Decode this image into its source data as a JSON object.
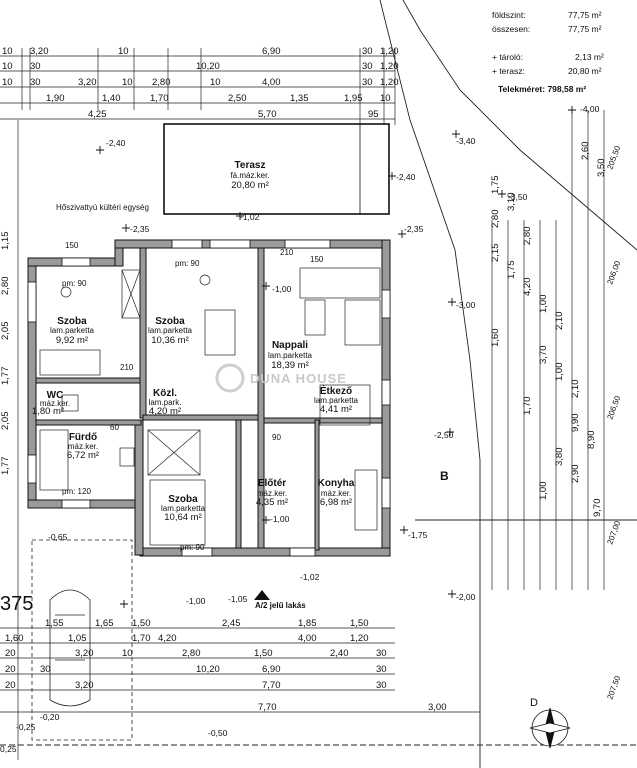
{
  "summary": {
    "rows": [
      {
        "label": "földszint:",
        "value": "77,75 m²"
      },
      {
        "label": "összesen:",
        "value": "77,75 m²"
      },
      {
        "label": "+ tároló:",
        "value": "2,13 m²"
      },
      {
        "label": "+ terasz:",
        "value": "20,80 m²"
      }
    ],
    "plot_label": "Telekméret: 798,58 m²"
  },
  "rooms": [
    {
      "name": "Terasz",
      "material": "fá.máz.ker.",
      "area": "20,80 m²"
    },
    {
      "name": "Szoba",
      "material": "lam.parketta",
      "area": "9,92 m²"
    },
    {
      "name": "Szoba",
      "material": "lam.parketta",
      "area": "10,36 m²"
    },
    {
      "name": "Nappali",
      "material": "lam.parketta",
      "area": "18,39 m²"
    },
    {
      "name": "WC",
      "material": "máz.ker.",
      "area": "1,80 m²"
    },
    {
      "name": "Közl.",
      "material": "lam.park.",
      "area": "4,20 m²"
    },
    {
      "name": "Étkező",
      "material": "lam.parketta",
      "area": "4,41 m²"
    },
    {
      "name": "Fürdő",
      "material": "máz.ker.",
      "area": "6,72 m²"
    },
    {
      "name": "Szoba",
      "material": "lam.parketta",
      "area": "10,64 m²"
    },
    {
      "name": "Előtér",
      "material": "máz.ker.",
      "area": "4,35 m²"
    },
    {
      "name": "Konyha",
      "material": "máz.ker.",
      "area": "6,98 m²"
    }
  ],
  "annotations": {
    "hoszivattyu": "Hőszivattyú kültéri egység",
    "apartment": "A/2 jelű lakás",
    "section_mark": "B",
    "lot_number": "375",
    "watermark": "DUNA HOUSE",
    "compass": "D"
  },
  "dims_top": [
    {
      "row": [
        "10",
        "3,20",
        "10",
        "6,90",
        "30",
        "1,20"
      ]
    },
    {
      "row": [
        "10",
        "30",
        "10,20",
        "30",
        "1,20"
      ]
    },
    {
      "row": [
        "10",
        "30",
        "3,20",
        "10",
        "2,80",
        "10",
        "4,00",
        "30",
        "1,20"
      ]
    },
    {
      "row": [
        "1,90",
        "1,40",
        "1,70",
        "2,50",
        "1,35",
        "1,95",
        "10"
      ]
    },
    {
      "row": [
        "4,25",
        "5,70",
        "95"
      ]
    }
  ],
  "dims_bottom": [
    {
      "row": [
        "1,55",
        "1,65",
        "1,50",
        "2,45",
        "1,85",
        "1,50"
      ]
    },
    {
      "row": [
        "1,60",
        "1,05",
        "1,70",
        "4,20",
        "4,00",
        "1,20"
      ]
    },
    {
      "row": [
        "20",
        "3,20",
        "10",
        "2,80",
        "1,50",
        "2,40",
        "30"
      ]
    },
    {
      "row": [
        "20",
        "30",
        "10,20",
        "6,90",
        "30"
      ]
    },
    {
      "row": [
        "20",
        "3,20",
        "7,70",
        "30"
      ]
    },
    {
      "row": [
        "7,70",
        "3,00"
      ]
    }
  ],
  "dims_right": [
    "2,60",
    "3,50",
    "1,75",
    "3,10",
    "2,80",
    "2,80",
    "2,15",
    "1,75",
    "4,20",
    "1,00",
    "2,10",
    "1,60",
    "3,70",
    "1,00",
    "2,10",
    "1,70",
    "9,90",
    "8,90",
    "3,80",
    "2,90",
    "1,00",
    "9,70"
  ],
  "dims_left": [
    "1,15",
    "2,80",
    "2,05",
    "1,77",
    "2,05",
    "1,77"
  ],
  "openings": [
    "pm: 90",
    "pm: 90",
    "pm: 120",
    "pm: 90",
    "150",
    "150",
    "210",
    "90",
    "60",
    "210"
  ],
  "levels": [
    "-2,40",
    "-2,35",
    "-1,02",
    "-2,40",
    "-2,35",
    "-3,00",
    "-3,40",
    "-3,50",
    "-4,00",
    "-1,00",
    "-1,00",
    "-2,50",
    "-1,75",
    "-2,00",
    "-1,00",
    "-1,05",
    "-1,02",
    "-0,65",
    "-0,20",
    "-0,50",
    "-0,25",
    "0,25"
  ],
  "edge_numbers": [
    "205,50",
    "206,00",
    "206,50",
    "207,00",
    "207,50"
  ]
}
